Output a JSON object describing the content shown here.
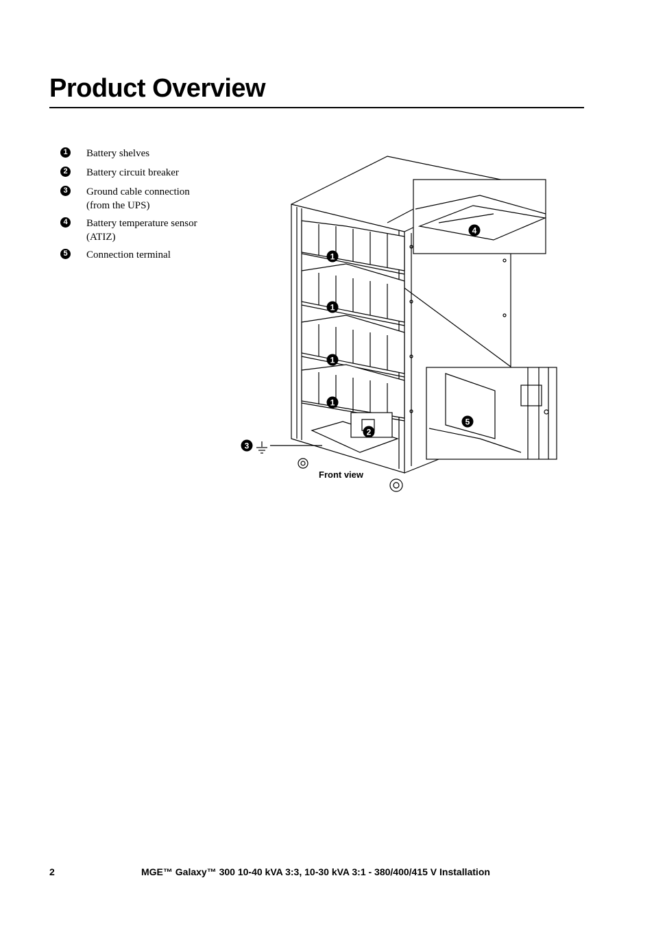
{
  "page": {
    "title": "Product Overview"
  },
  "legend": {
    "items": [
      {
        "number": "1",
        "label": "Battery shelves"
      },
      {
        "number": "2",
        "label": "Battery circuit breaker"
      },
      {
        "number": "3",
        "label": "Ground cable connection (from the UPS)"
      },
      {
        "number": "4",
        "label": "Battery temperature sensor (ATIZ)"
      },
      {
        "number": "5",
        "label": "Connection terminal"
      }
    ]
  },
  "figure": {
    "caption": "Front view",
    "callouts": {
      "shelf": "1",
      "breaker": "2",
      "ground": "3",
      "sensor": "4",
      "terminal": "5"
    }
  },
  "footer": {
    "page_number": "2",
    "document_title": "MGE™ Galaxy™ 300 10-40 kVA 3:3, 10-30 kVA 3:1 - 380/400/415  V  Installation"
  }
}
